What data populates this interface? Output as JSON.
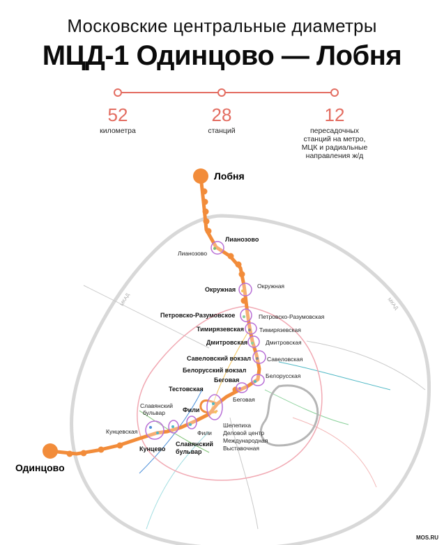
{
  "header": {
    "subtitle": "Московские центральные диаметры",
    "title": "МЦД-1 Одинцово — Лобня"
  },
  "stats": [
    {
      "value": "52",
      "label": "километра"
    },
    {
      "value": "28",
      "label": "станций"
    },
    {
      "value": "12",
      "label_lines": [
        "пересадочных",
        "станций на метро,",
        "МЦК и радиальные",
        "направления ж/д"
      ]
    }
  ],
  "colors": {
    "accent": "#e36c60",
    "line": "#f28c3a",
    "ring": "#b86fd6",
    "mkad": "#d8d8d8"
  },
  "mkad_labels": [
    "МКАД",
    "МКАД"
  ],
  "stations": {
    "terminal_north": "Лобня",
    "terminal_south": "Одинцово",
    "bold": [
      "Лианозово",
      "Окружная",
      "Петровско-Разумовское",
      "Тимирязевская",
      "Дмитровская",
      "Савеловский вокзал",
      "Белорусский вокзал",
      "Тестовская",
      "Беговая",
      "Фили",
      "Славянский бульвар",
      "Кунцево"
    ],
    "transfer": [
      "Лианозово",
      "Окружная",
      "Петровско-Разумовская",
      "Тимирязевская",
      "Дмитровская",
      "Савеловская",
      "Белорусская",
      "Беговая",
      "Славянский бульвар",
      "Фили",
      "Кунцевская",
      "Шелепиха",
      "Деловой центр",
      "Международная",
      "Выставочная"
    ]
  },
  "footer": "MOS.RU"
}
